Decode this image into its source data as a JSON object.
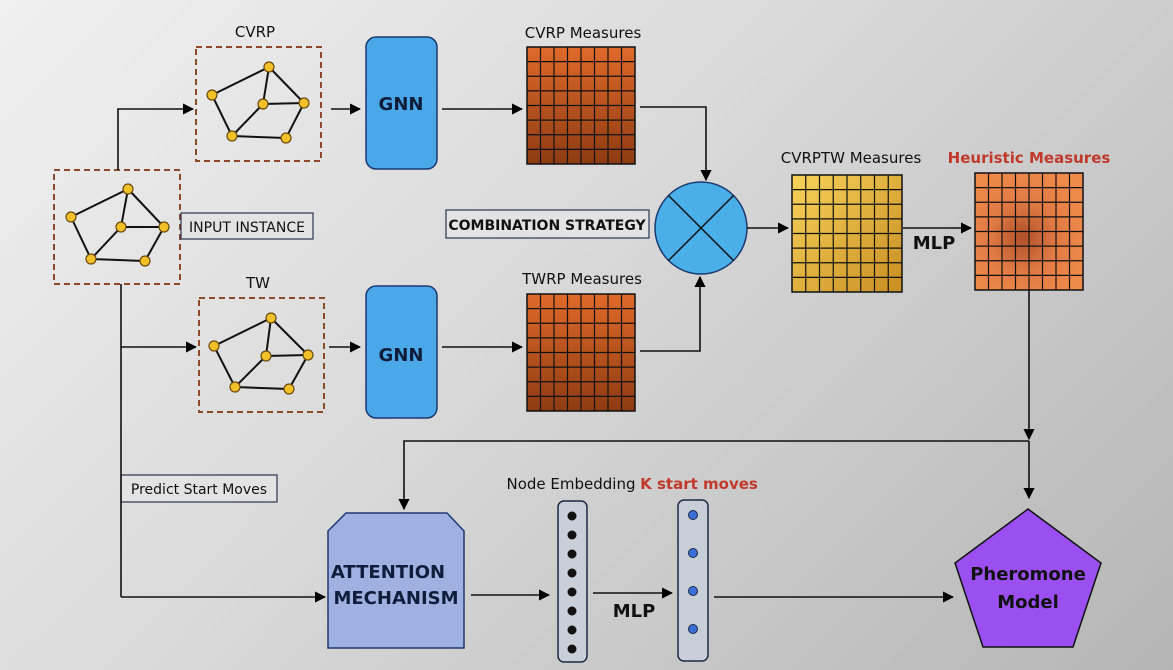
{
  "labels": {
    "cvrp": "CVRP",
    "tw": "TW",
    "input_instance": "INPUT INSTANCE",
    "gnn_top": "GNN",
    "gnn_bottom": "GNN",
    "cvrp_measures": "CVRP Measures",
    "twrp_measures": "TWRP Measures",
    "combination_strategy": "COMBINATION STRATEGY",
    "cvrptw_measures": "CVRPTW Measures",
    "heuristic_measures": "Heuristic Measures",
    "mlp_top": "MLP",
    "predict_start_moves": "Predict Start Moves",
    "attention_line1": "ATTENTION",
    "attention_line2": "MECHANISM",
    "node_embedding": "Node Embedding",
    "k_start_moves": "K start moves",
    "mlp_bottom": "MLP",
    "pheromone_line1": "Pheromone",
    "pheromone_line2": "Model"
  },
  "colors": {
    "gnn": "#4aa7e8",
    "combiner": "#4aaee8",
    "grid_brown": "#b5561c",
    "grid_yellow": "#e8b63a",
    "grid_orange": "#e77a3a",
    "attention": "#9eb1e0",
    "pheromone": "#9b4ff0",
    "highlight_red": "#c0392b",
    "node_yellow": "#f2c028",
    "dashed_border": "#8b4a2b"
  }
}
